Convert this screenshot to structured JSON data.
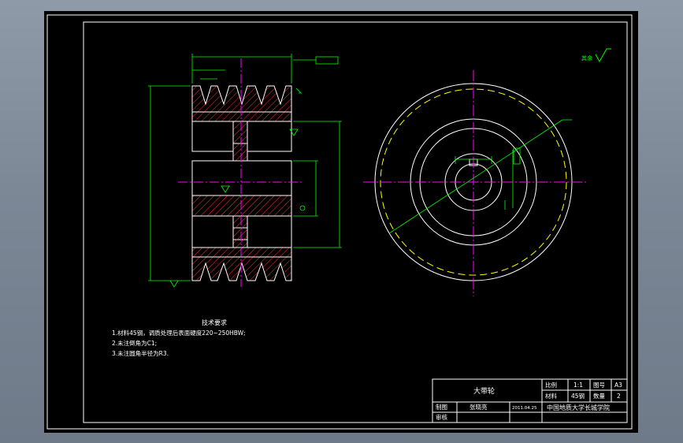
{
  "colors": {
    "background": "#000000",
    "outline": "#ffffff",
    "centerline": "#ff00ff",
    "dimension": "#00ff00",
    "hatch": "#ff3333",
    "hidden": "#ffff00",
    "desktop": "#7f8a99"
  },
  "notes": {
    "title": "技术要求",
    "items": [
      "1.材料45钢，调质处理后表面硬度220~250HBW;",
      "2.未注倒角为C1;",
      "3.未注圆角半径为R3."
    ]
  },
  "roughness_symbol": {
    "text": "其余"
  },
  "title_block": {
    "part_name": "大带轮",
    "scale_label": "比例",
    "scale_value": "1:1",
    "sheet_label": "图号",
    "sheet_value": "A3",
    "material_label": "材料",
    "material_value": "45钢",
    "quantity_label": "数量",
    "quantity_value": "2",
    "drawn_label": "制图",
    "drawn_name": "张晓亮",
    "drawn_date": "2011.04.25",
    "reviewed_label": "审核",
    "school": "中国地质大学长城学院"
  }
}
